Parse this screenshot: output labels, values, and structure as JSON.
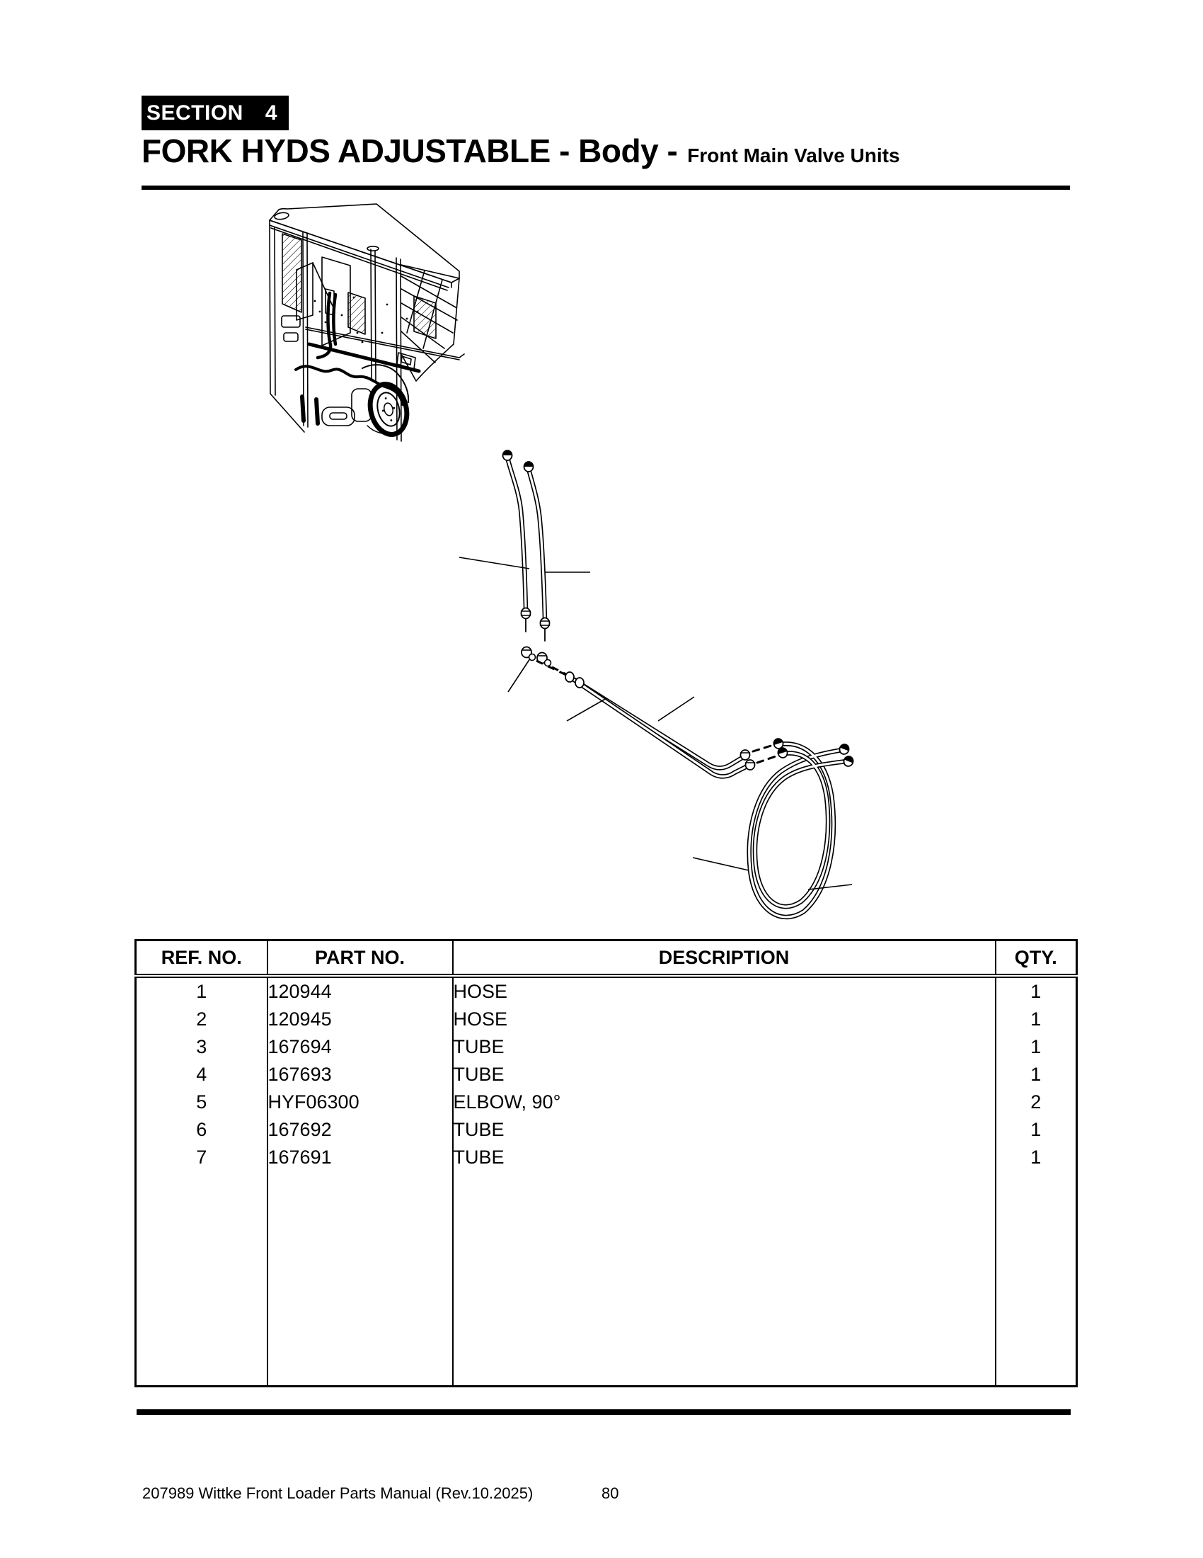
{
  "section": {
    "label": "SECTION",
    "number": "4"
  },
  "title": {
    "main": "FORK HYDS ADJUSTABLE - Body -",
    "sub": "Front Main Valve Units"
  },
  "parts_table": {
    "headers": {
      "ref": "REF. NO.",
      "part": "PART NO.",
      "desc": "DESCRIPTION",
      "qty": "QTY."
    },
    "rows": [
      {
        "ref": "1",
        "part": "120944",
        "desc": "HOSE",
        "qty": "1"
      },
      {
        "ref": "2",
        "part": "120945",
        "desc": "HOSE",
        "qty": "1"
      },
      {
        "ref": "3",
        "part": "167694",
        "desc": "TUBE",
        "qty": "1"
      },
      {
        "ref": "4",
        "part": "167693",
        "desc": "TUBE",
        "qty": "1"
      },
      {
        "ref": "5",
        "part": "HYF06300",
        "desc": "ELBOW, 90°",
        "qty": "2"
      },
      {
        "ref": "6",
        "part": "167692",
        "desc": "TUBE",
        "qty": "1"
      },
      {
        "ref": "7",
        "part": "167691",
        "desc": "TUBE",
        "qty": "1"
      }
    ]
  },
  "footer": {
    "manual_ref": "207989 Wittke Front Loader Parts Manual (Rev.10.2025)",
    "page_number": "80"
  },
  "colors": {
    "ink": "#000000",
    "paper": "#ffffff"
  }
}
